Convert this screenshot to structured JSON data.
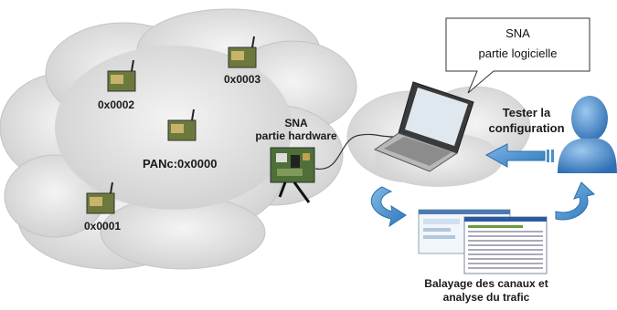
{
  "nodes": {
    "node_0002": "0x0002",
    "node_0003": "0x0003",
    "node_panc": "PANc:0x0000",
    "node_0001": "0x0001"
  },
  "hardware": {
    "line1": "SNA",
    "line2": "partie hardware"
  },
  "software_callout": {
    "line1": "SNA",
    "line2": "partie logicielle"
  },
  "user_action": {
    "line1": "Tester la",
    "line2": "configuration"
  },
  "result": {
    "line1": "Balayage des canaux et",
    "line2": "analyse du trafic"
  },
  "colors": {
    "cloud": "#d6d6d6",
    "arrow": "#4a90c8",
    "laptop": "#2b2b2b",
    "user": "#3a7fc4",
    "board": "#5a7a3a"
  }
}
